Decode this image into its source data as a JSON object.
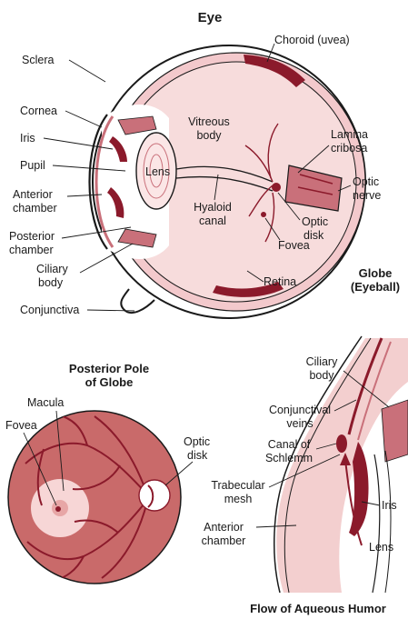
{
  "title": "Eye",
  "globe": {
    "caption_line1": "Globe",
    "caption_line2": "(Eyeball)",
    "labels": {
      "sclera": "Sclera",
      "choroid": "Choroid (uvea)",
      "cornea": "Cornea",
      "iris": "Iris",
      "pupil": "Pupil",
      "anterior_chamber_1": "Anterior",
      "anterior_chamber_2": "chamber",
      "posterior_chamber_1": "Posterior",
      "posterior_chamber_2": "chamber",
      "ciliary_body_1": "Ciliary",
      "ciliary_body_2": "body",
      "conjunctiva": "Conjunctiva",
      "vitreous_1": "Vitreous",
      "vitreous_2": "body",
      "lens": "Lens",
      "hyaloid_1": "Hyaloid",
      "hyaloid_2": "canal",
      "lamina_1": "Lamina",
      "lamina_2": "cribosa",
      "optic_nerve_1": "Optic",
      "optic_nerve_2": "nerve",
      "optic_disk_1": "Optic",
      "optic_disk_2": "disk",
      "fovea": "Fovea",
      "retina": "Retina"
    }
  },
  "posterior_pole": {
    "title_line1": "Posterior Pole",
    "title_line2": "of Globe",
    "labels": {
      "macula": "Macula",
      "fovea": "Fovea",
      "optic_disk_1": "Optic",
      "optic_disk_2": "disk"
    }
  },
  "aqueous": {
    "caption": "Flow of Aqueous Humor",
    "labels": {
      "ciliary_body_1": "Ciliary",
      "ciliary_body_2": "body",
      "conj_veins_1": "Conjunctival",
      "conj_veins_2": "veins",
      "schlemm_1": "Canal of",
      "schlemm_2": "Schlemm",
      "trabecular_1": "Trabecular",
      "trabecular_2": "mesh",
      "iris": "Iris",
      "anterior_1": "Anterior",
      "anterior_2": "chamber",
      "lens": "Lens"
    }
  },
  "colors": {
    "tissue_dark": "#8b1a2b",
    "tissue_mid": "#c9707a",
    "tissue_light": "#f6d7d7",
    "fundus": "#c96a6a",
    "macula": "#f7d6d6",
    "vessel": "#8b1a2b"
  }
}
